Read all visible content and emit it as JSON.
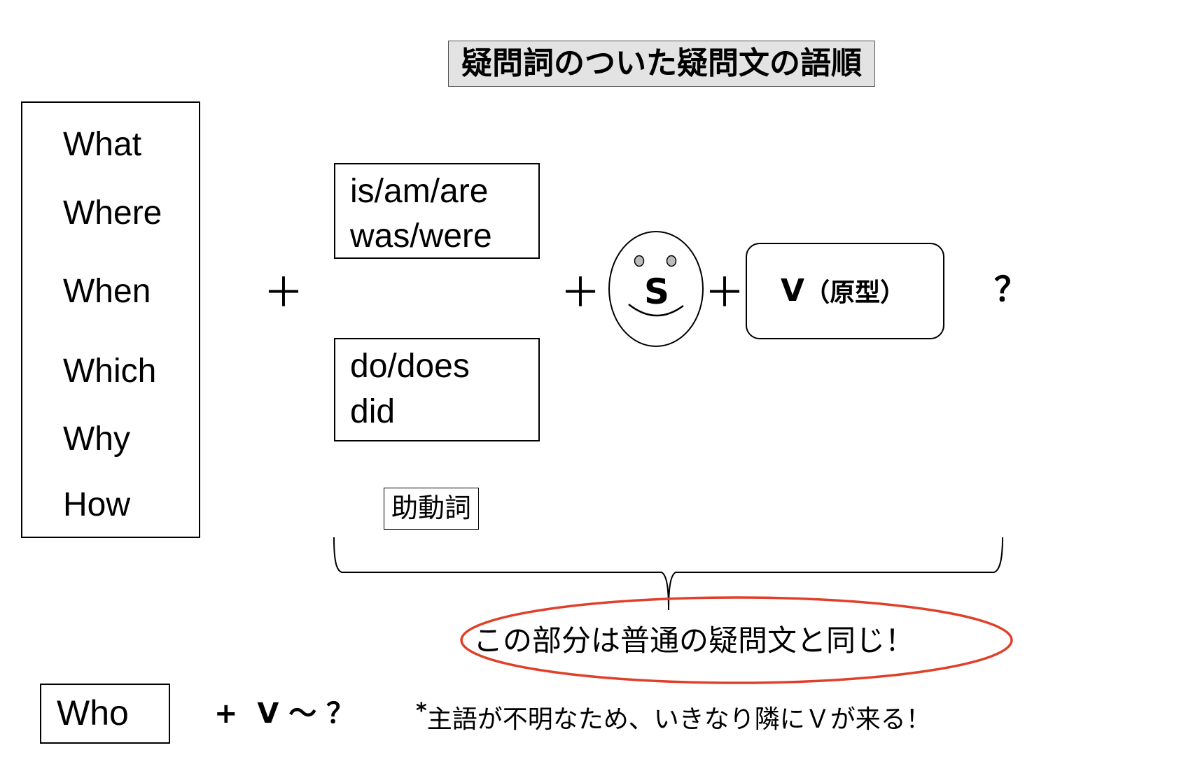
{
  "title": "疑問詞のついた疑問文の語順",
  "wh_words": [
    "What",
    "Where",
    "When",
    "Which",
    "Why",
    "How"
  ],
  "aux_be": [
    "is/am/are",
    "was/were"
  ],
  "aux_do": [
    "do/does",
    "did"
  ],
  "aux_label": "助動詞",
  "plus_sign": "＋",
  "subject": "S",
  "verb_symbol": "V",
  "verb_note": "（原型）",
  "question_mark": "？",
  "same_note": "この部分は普通の疑問文と同じ！",
  "who_word": "Who",
  "who_formula": "+  V 〜 ？",
  "note_star": "*",
  "note_text": "主語が不明なため、いきなり隣にＶが来る！",
  "colors": {
    "callout_ellipse": "#e0402a",
    "title_bg": "#e3e3e3"
  }
}
